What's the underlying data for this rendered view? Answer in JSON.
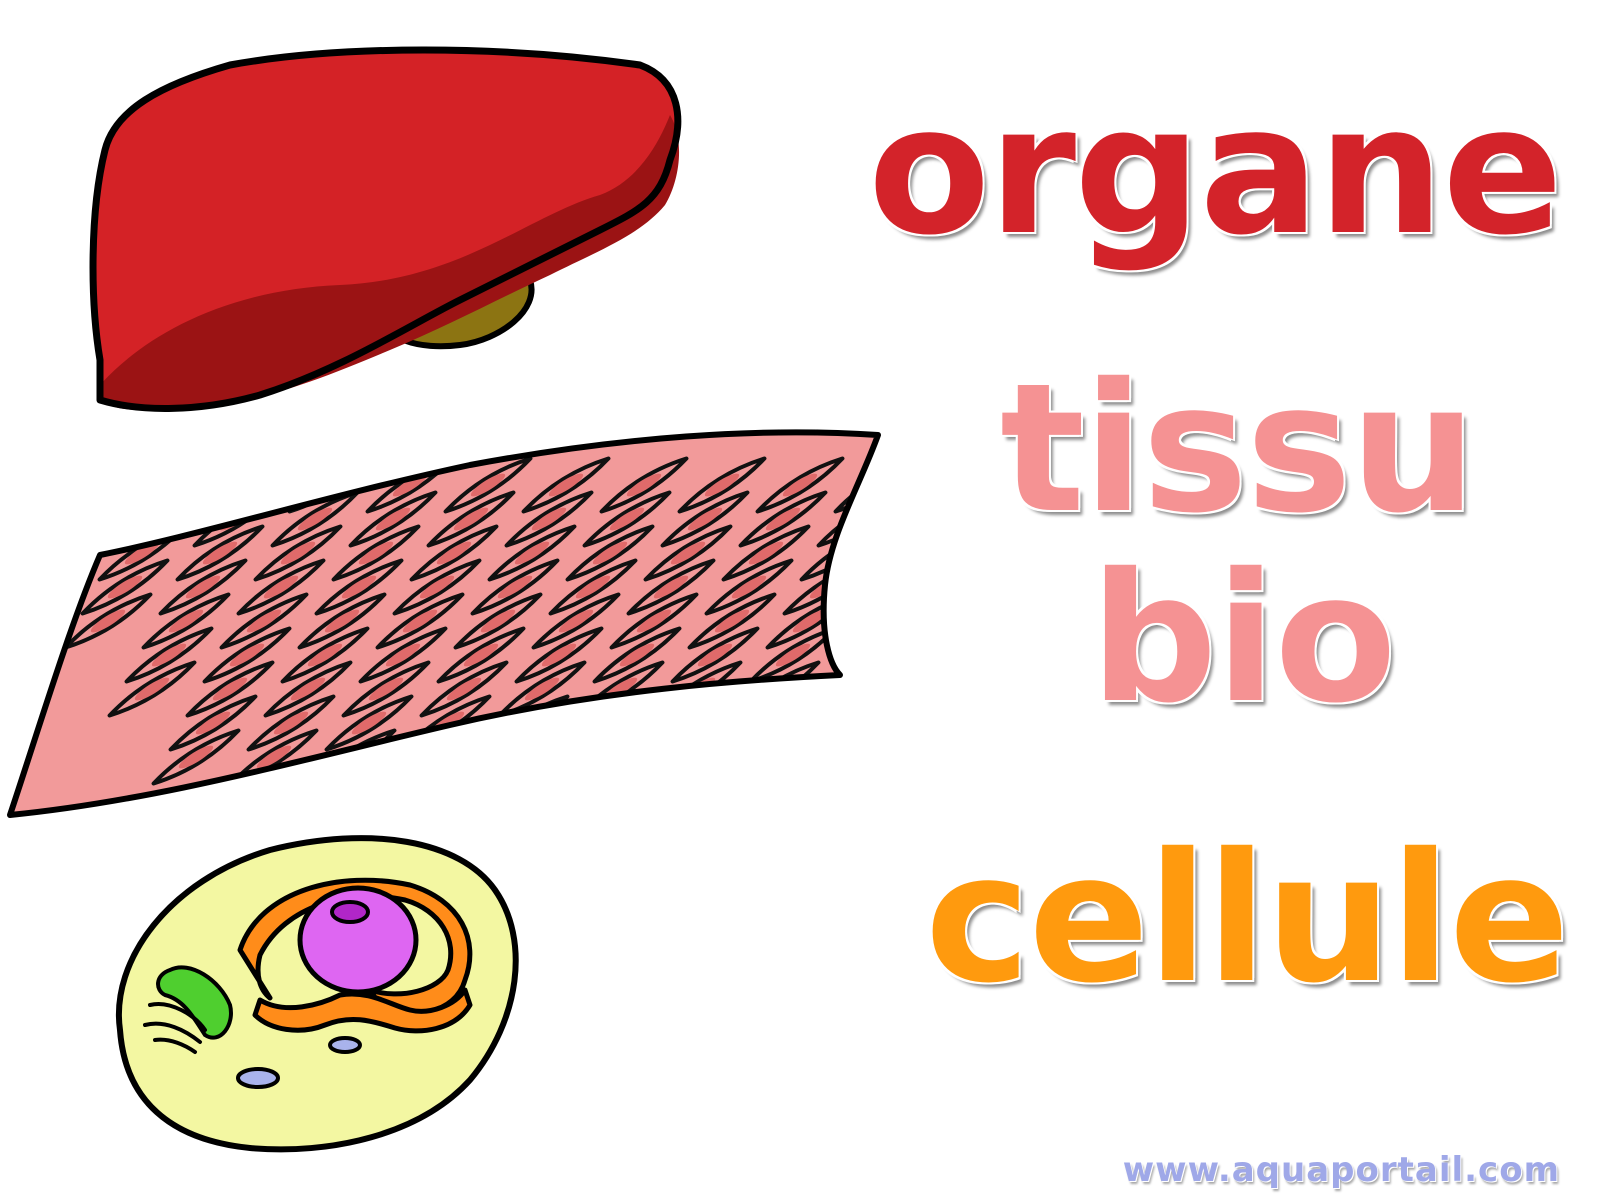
{
  "labels": {
    "organ": "organe",
    "tissue_1": "tissu",
    "tissue_2": "bio",
    "cell": "cellule"
  },
  "watermark": "www.aquaportail.com",
  "colors": {
    "organ_label": "#d3232a",
    "tissue_label": "#f59293",
    "cell_label": "#ff9a0e",
    "watermark": "#9fa8e8",
    "liver_light": "#d42226",
    "liver_dark": "#9b1314",
    "gallbladder": "#8c7412",
    "tissue_fill": "#f29a9a",
    "tissue_nucleus": "#e06a6a",
    "cell_cytoplasm": "#f3f7a2",
    "cell_er": "#ff8c1a",
    "cell_nucleus": "#de66f2",
    "cell_nucleolus": "#b126c8",
    "cell_golgi": "#4fcf2f",
    "cell_vesicle": "#a9b3ec"
  },
  "illustrations": {
    "organ": "liver-illustration",
    "tissue": "muscle-tissue-illustration",
    "cell": "animal-cell-illustration"
  }
}
